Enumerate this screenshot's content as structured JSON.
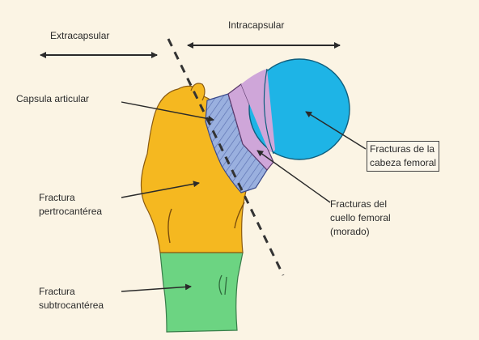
{
  "labels": {
    "extracapsular": "Extracapsular",
    "intracapsular": "Intracapsular",
    "capsula_articular": "Capsula articular",
    "fractura_cabeza": [
      "Fracturas de la",
      "cabeza femoral"
    ],
    "fractura_pertrocanterea": [
      "Fractura",
      "pertrocantérea"
    ],
    "fractura_cuello": [
      "Fracturas del",
      "cuello femoral",
      "(morado)"
    ],
    "fractura_subtrocanterea": [
      "Fractura",
      "subtrocantérea"
    ]
  },
  "colors": {
    "background": "#fbf4e4",
    "femoral_head": "#1eb4e6",
    "femoral_neck": "#cfa6d9",
    "capsule_hatch": "#8ea6d9",
    "trochanteric_region": "#f5b820",
    "subtrochanteric_region": "#6cd482",
    "lines": "#2a2a2a"
  }
}
